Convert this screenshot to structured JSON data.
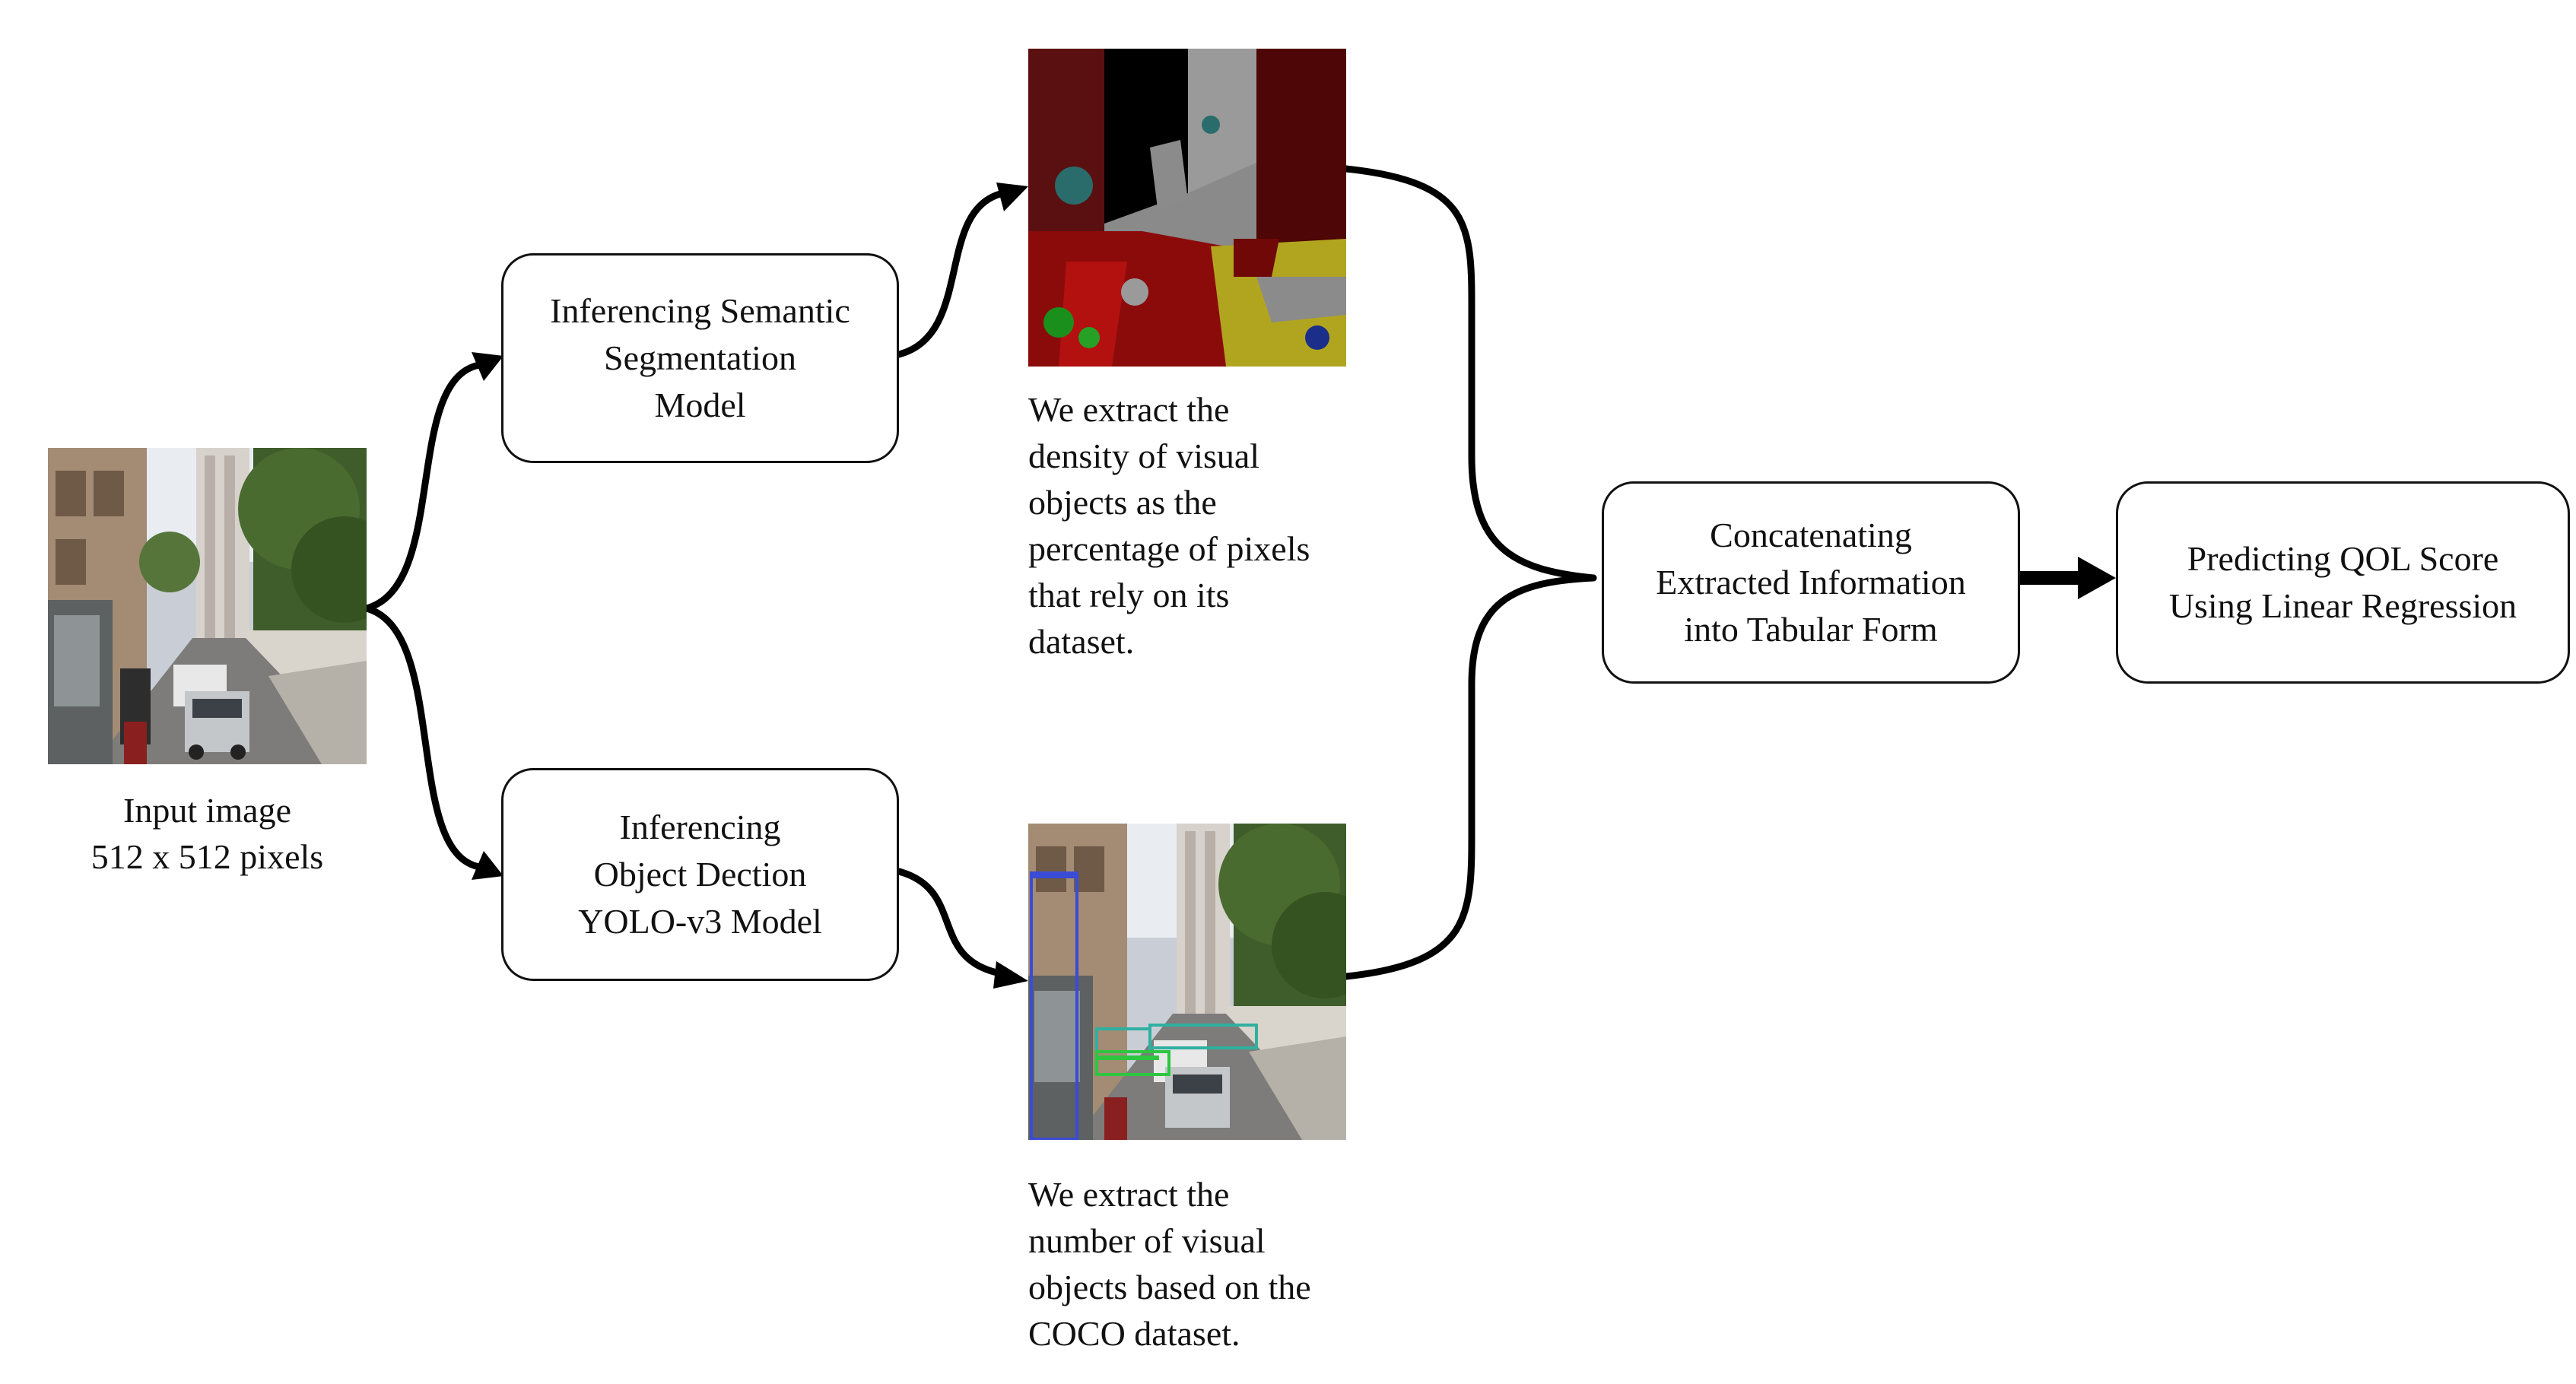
{
  "input": {
    "caption": "Input image\n512 x 512 pixels"
  },
  "boxes": {
    "segmentation": "Inferencing Semantic\nSegmentation\nModel",
    "detection": "Inferencing\nObject Dection\nYOLO-v3 Model",
    "concat": "Concatenating\nExtracted Information\ninto Tabular Form",
    "predict": "Predicting QOL Score\nUsing Linear Regression"
  },
  "notes": {
    "segmentation": "We extract the\ndensity of visual\nobjects as the\npercentage of pixels\nthat rely on its\ndataset.",
    "detection": "We extract the\nnumber of visual\nobjects based on the\nCOCO dataset."
  },
  "colors": {
    "line": "#000000"
  }
}
